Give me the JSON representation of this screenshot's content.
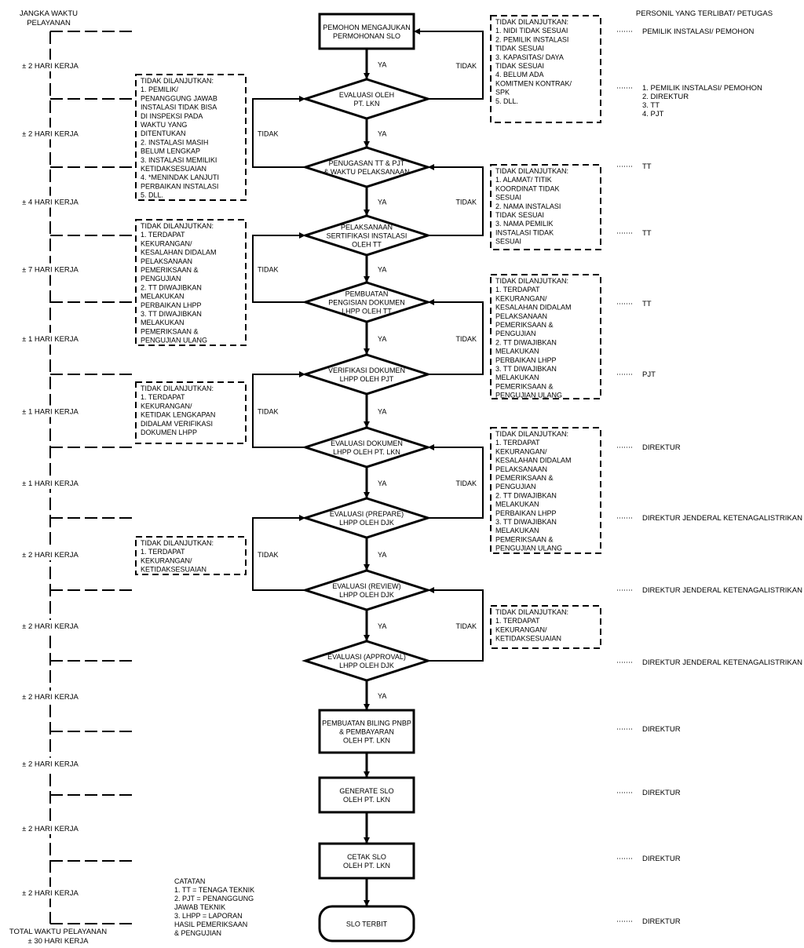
{
  "headers": {
    "left": [
      "JANGKA WAKTU",
      "PELAYANAN"
    ],
    "right": "PERSONIL YANG TERLIBAT/ PETUGAS"
  },
  "flow_nodes": [
    {
      "id": "n1",
      "kind": "rect",
      "lines": [
        "PEMOHON MENGAJUKAN",
        "PERMOHONAN SLO"
      ]
    },
    {
      "id": "n2",
      "kind": "diamond",
      "lines": [
        "EVALUASI OLEH",
        "PT. LKN"
      ]
    },
    {
      "id": "n3",
      "kind": "diamond",
      "lines": [
        "PENUGASAN TT & PJT",
        "& WAKTU PELAKSANAAN"
      ]
    },
    {
      "id": "n4",
      "kind": "diamond",
      "lines": [
        "PELAKSANAAN",
        "SERTIFIKASI INSTALASI",
        "OLEH TT"
      ]
    },
    {
      "id": "n5",
      "kind": "diamond",
      "lines": [
        "PEMBUATAN",
        "PENGISIAN DOKUMEN",
        "LHPP OLEH TT"
      ]
    },
    {
      "id": "n6",
      "kind": "diamond",
      "lines": [
        "VERIFIKASI DOKUMEN",
        "LHPP OLEH PJT"
      ]
    },
    {
      "id": "n7",
      "kind": "diamond",
      "lines": [
        "EVALUASI DOKUMEN",
        "LHPP OLEH PT. LKN"
      ]
    },
    {
      "id": "n8",
      "kind": "diamond",
      "lines": [
        "EVALUASI (PREPARE)",
        "LHPP OLEH DJK"
      ]
    },
    {
      "id": "n9",
      "kind": "diamond",
      "lines": [
        "EVALUASI (REVIEW)",
        "LHPP OLEH DJK"
      ]
    },
    {
      "id": "n10",
      "kind": "diamond",
      "lines": [
        "EVALUASI (APPROVAL)",
        "LHPP OLEH DJK"
      ]
    },
    {
      "id": "n11",
      "kind": "rect",
      "lines": [
        "PEMBUATAN BILING PNBP",
        "& PEMBAYARAN",
        "OLEH PT. LKN"
      ]
    },
    {
      "id": "n12",
      "kind": "rect",
      "lines": [
        "GENERATE SLO",
        "OLEH PT. LKN"
      ]
    },
    {
      "id": "n13",
      "kind": "rect",
      "lines": [
        "CETAK SLO",
        "OLEH PT. LKN"
      ]
    },
    {
      "id": "n14",
      "kind": "terminal",
      "lines": [
        "SLO TERBIT"
      ]
    }
  ],
  "edge_labels": {
    "yes": "YA",
    "no": "TIDAK"
  },
  "time_labels": [
    "± 2 HARI KERJA",
    "± 2 HARI KERJA",
    "± 4 HARI KERJA",
    "± 7 HARI KERJA",
    "± 1 HARI KERJA",
    "± 1 HARI KERJA",
    "± 1 HARI KERJA",
    "± 2 HARI KERJA",
    "± 2 HARI KERJA",
    "± 2 HARI KERJA",
    "± 2 HARI KERJA",
    "± 2 HARI KERJA",
    "± 2 HARI KERJA"
  ],
  "total_time": [
    "TOTAL WAKTU PELAYANAN",
    "± 30 HARI KERJA"
  ],
  "personnel": [
    {
      "id": "p1",
      "lines": [
        "PEMILIK INSTALASI/ PEMOHON"
      ]
    },
    {
      "id": "p2",
      "lines": [
        "1.   PEMILIK INSTALASI/ PEMOHON",
        "2.   DIREKTUR",
        "3.   TT",
        "4.   PJT"
      ]
    },
    {
      "id": "p3",
      "lines": [
        "TT"
      ]
    },
    {
      "id": "p4",
      "lines": [
        "TT"
      ]
    },
    {
      "id": "p5",
      "lines": [
        "TT"
      ]
    },
    {
      "id": "p6",
      "lines": [
        "PJT"
      ]
    },
    {
      "id": "p7",
      "lines": [
        "DIREKTUR"
      ]
    },
    {
      "id": "p8",
      "lines": [
        "DIREKTUR JENDERAL KETENAGALISTRIKAN"
      ]
    },
    {
      "id": "p9",
      "lines": [
        "DIREKTUR JENDERAL KETENAGALISTRIKAN"
      ]
    },
    {
      "id": "p10",
      "lines": [
        "DIREKTUR JENDERAL KETENAGALISTRIKAN"
      ]
    },
    {
      "id": "p11",
      "lines": [
        "DIREKTUR"
      ]
    },
    {
      "id": "p12",
      "lines": [
        "DIREKTUR"
      ]
    },
    {
      "id": "p13",
      "lines": [
        "DIREKTUR"
      ]
    },
    {
      "id": "p14",
      "lines": [
        "DIREKTUR"
      ]
    }
  ],
  "notes": [
    {
      "id": "r1",
      "lines": [
        "TIDAK DILANJUTKAN:",
        "1.   NIDI TIDAK SESUAI",
        "2.   PEMILIK INSTALASI",
        "      TIDAK SESUAI",
        "3.   KAPASITAS/ DAYA",
        "      TIDAK SESUAI",
        "4.   BELUM ADA",
        "      KOMITMEN KONTRAK/",
        "      SPK",
        "5.   DLL."
      ]
    },
    {
      "id": "r2",
      "lines": [
        "TIDAK DILANJUTKAN:",
        "1.   ALAMAT/ TITIK",
        "      KOORDINAT TIDAK",
        "      SESUAI",
        "2.   NAMA INSTALASI",
        "      TIDAK SESUAI",
        "3.   NAMA PEMILIK",
        "      INSTALASI TIDAK",
        "      SESUAI"
      ]
    },
    {
      "id": "r3",
      "lines": [
        "TIDAK DILANJUTKAN:",
        "1.   TERDAPAT",
        "      KEKURANGAN/",
        "      KESALAHAN DIDALAM",
        "      PELAKSANAAN",
        "      PEMERIKSAAN &",
        "      PENGUJIAN",
        "2.   TT DIWAJIBKAN",
        "      MELAKUKAN",
        "      PERBAIKAN LHPP",
        "3.   TT DIWAJIBKAN",
        "      MELAKUKAN",
        "      PEMERIKSAAN &",
        "      PENGUJIAN ULANG"
      ]
    },
    {
      "id": "r4",
      "lines": [
        "TIDAK DILANJUTKAN:",
        "1.   TERDAPAT",
        "      KEKURANGAN/",
        "      KESALAHAN DIDALAM",
        "      PELAKSANAAN",
        "      PEMERIKSAAN &",
        "      PENGUJIAN",
        "2.   TT DIWAJIBKAN",
        "      MELAKUKAN",
        "      PERBAIKAN LHPP",
        "3.   TT DIWAJIBKAN",
        "      MELAKUKAN",
        "      PEMERIKSAAN &",
        "      PENGUJIAN ULANG"
      ]
    },
    {
      "id": "r5",
      "lines": [
        "TIDAK DILANJUTKAN:",
        "1.   TERDAPAT",
        "      KEKURANGAN/",
        "      KETIDAKSESUAIAN"
      ]
    },
    {
      "id": "l1",
      "lines": [
        "TIDAK DILANJUTKAN:",
        "1.   PEMILIK/",
        "      PENANGGUNG JAWAB",
        "      INSTALASI TIDAK BISA",
        "      DI INSPEKSI PADA",
        "      WAKTU YANG",
        "      DITENTUKAN",
        "2.   INSTALASI MASIH",
        "      BELUM LENGKAP",
        "3.   INSTALASI MEMILIKI",
        "      KETIDAKSESUAIAN",
        "4.   *MENINDAK LANJUTI",
        "      PERBAIKAN INSTALASI",
        "5.   DLL."
      ]
    },
    {
      "id": "l2",
      "lines": [
        "TIDAK DILANJUTKAN:",
        "1.   TERDAPAT",
        "      KEKURANGAN/",
        "      KESALAHAN DIDALAM",
        "      PELAKSANAAN",
        "      PEMERIKSAAN &",
        "      PENGUJIAN",
        "2.   TT DIWAJIBKAN",
        "      MELAKUKAN",
        "      PERBAIKAN LHPP",
        "3.   TT DIWAJIBKAN",
        "      MELAKUKAN",
        "      PEMERIKSAAN &",
        "      PENGUJIAN ULANG"
      ]
    },
    {
      "id": "l3",
      "lines": [
        "TIDAK DILANJUTKAN:",
        "1.   TERDAPAT",
        "      KEKURANGAN/",
        "      KETIDAK LENGKAPAN",
        "      DIDALAM VERIFIKASI",
        "      DOKUMEN LHPP"
      ]
    },
    {
      "id": "l4",
      "lines": [
        "TIDAK DILANJUTKAN:",
        "1.   TERDAPAT",
        "      KEKURANGAN/",
        "      KETIDAKSESUAIAN"
      ]
    }
  ],
  "catatan": {
    "lines": [
      "CATATAN",
      "1.   TT = TENAGA TEKNIK",
      "2.   PJT = PENANGGUNG",
      "      JAWAB TEKNIK",
      "3.   LHPP = LAPORAN",
      "      HASIL PEMERIKSAAN",
      "      & PENGUJIAN"
    ]
  }
}
